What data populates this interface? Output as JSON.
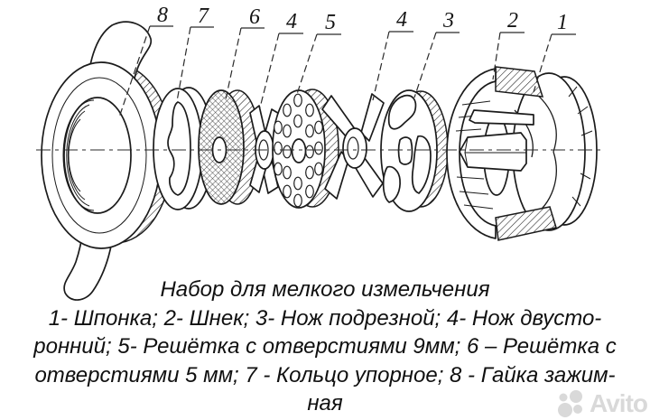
{
  "diagram": {
    "labels": [
      "8",
      "7",
      "6",
      "4",
      "5",
      "4",
      "3",
      "2",
      "1"
    ]
  },
  "caption": {
    "lines": [
      "Набор для мелкого измельчения",
      "1- Шпонка; 2- Шнек; 3- Нож подрезной; 4- Нож двусто-",
      "ронний; 5- Решётка с отверстиями 9мм; 6 – Решётка с",
      "отверстиями 5 мм; 7 - Кольцо упорное; 8 - Гайка зажим-",
      "ная"
    ]
  },
  "watermark": {
    "text": "Avito"
  },
  "colors": {
    "ink": "#1b1b1b",
    "paper": "#ffffff",
    "watermark": "#d9d9d9"
  }
}
